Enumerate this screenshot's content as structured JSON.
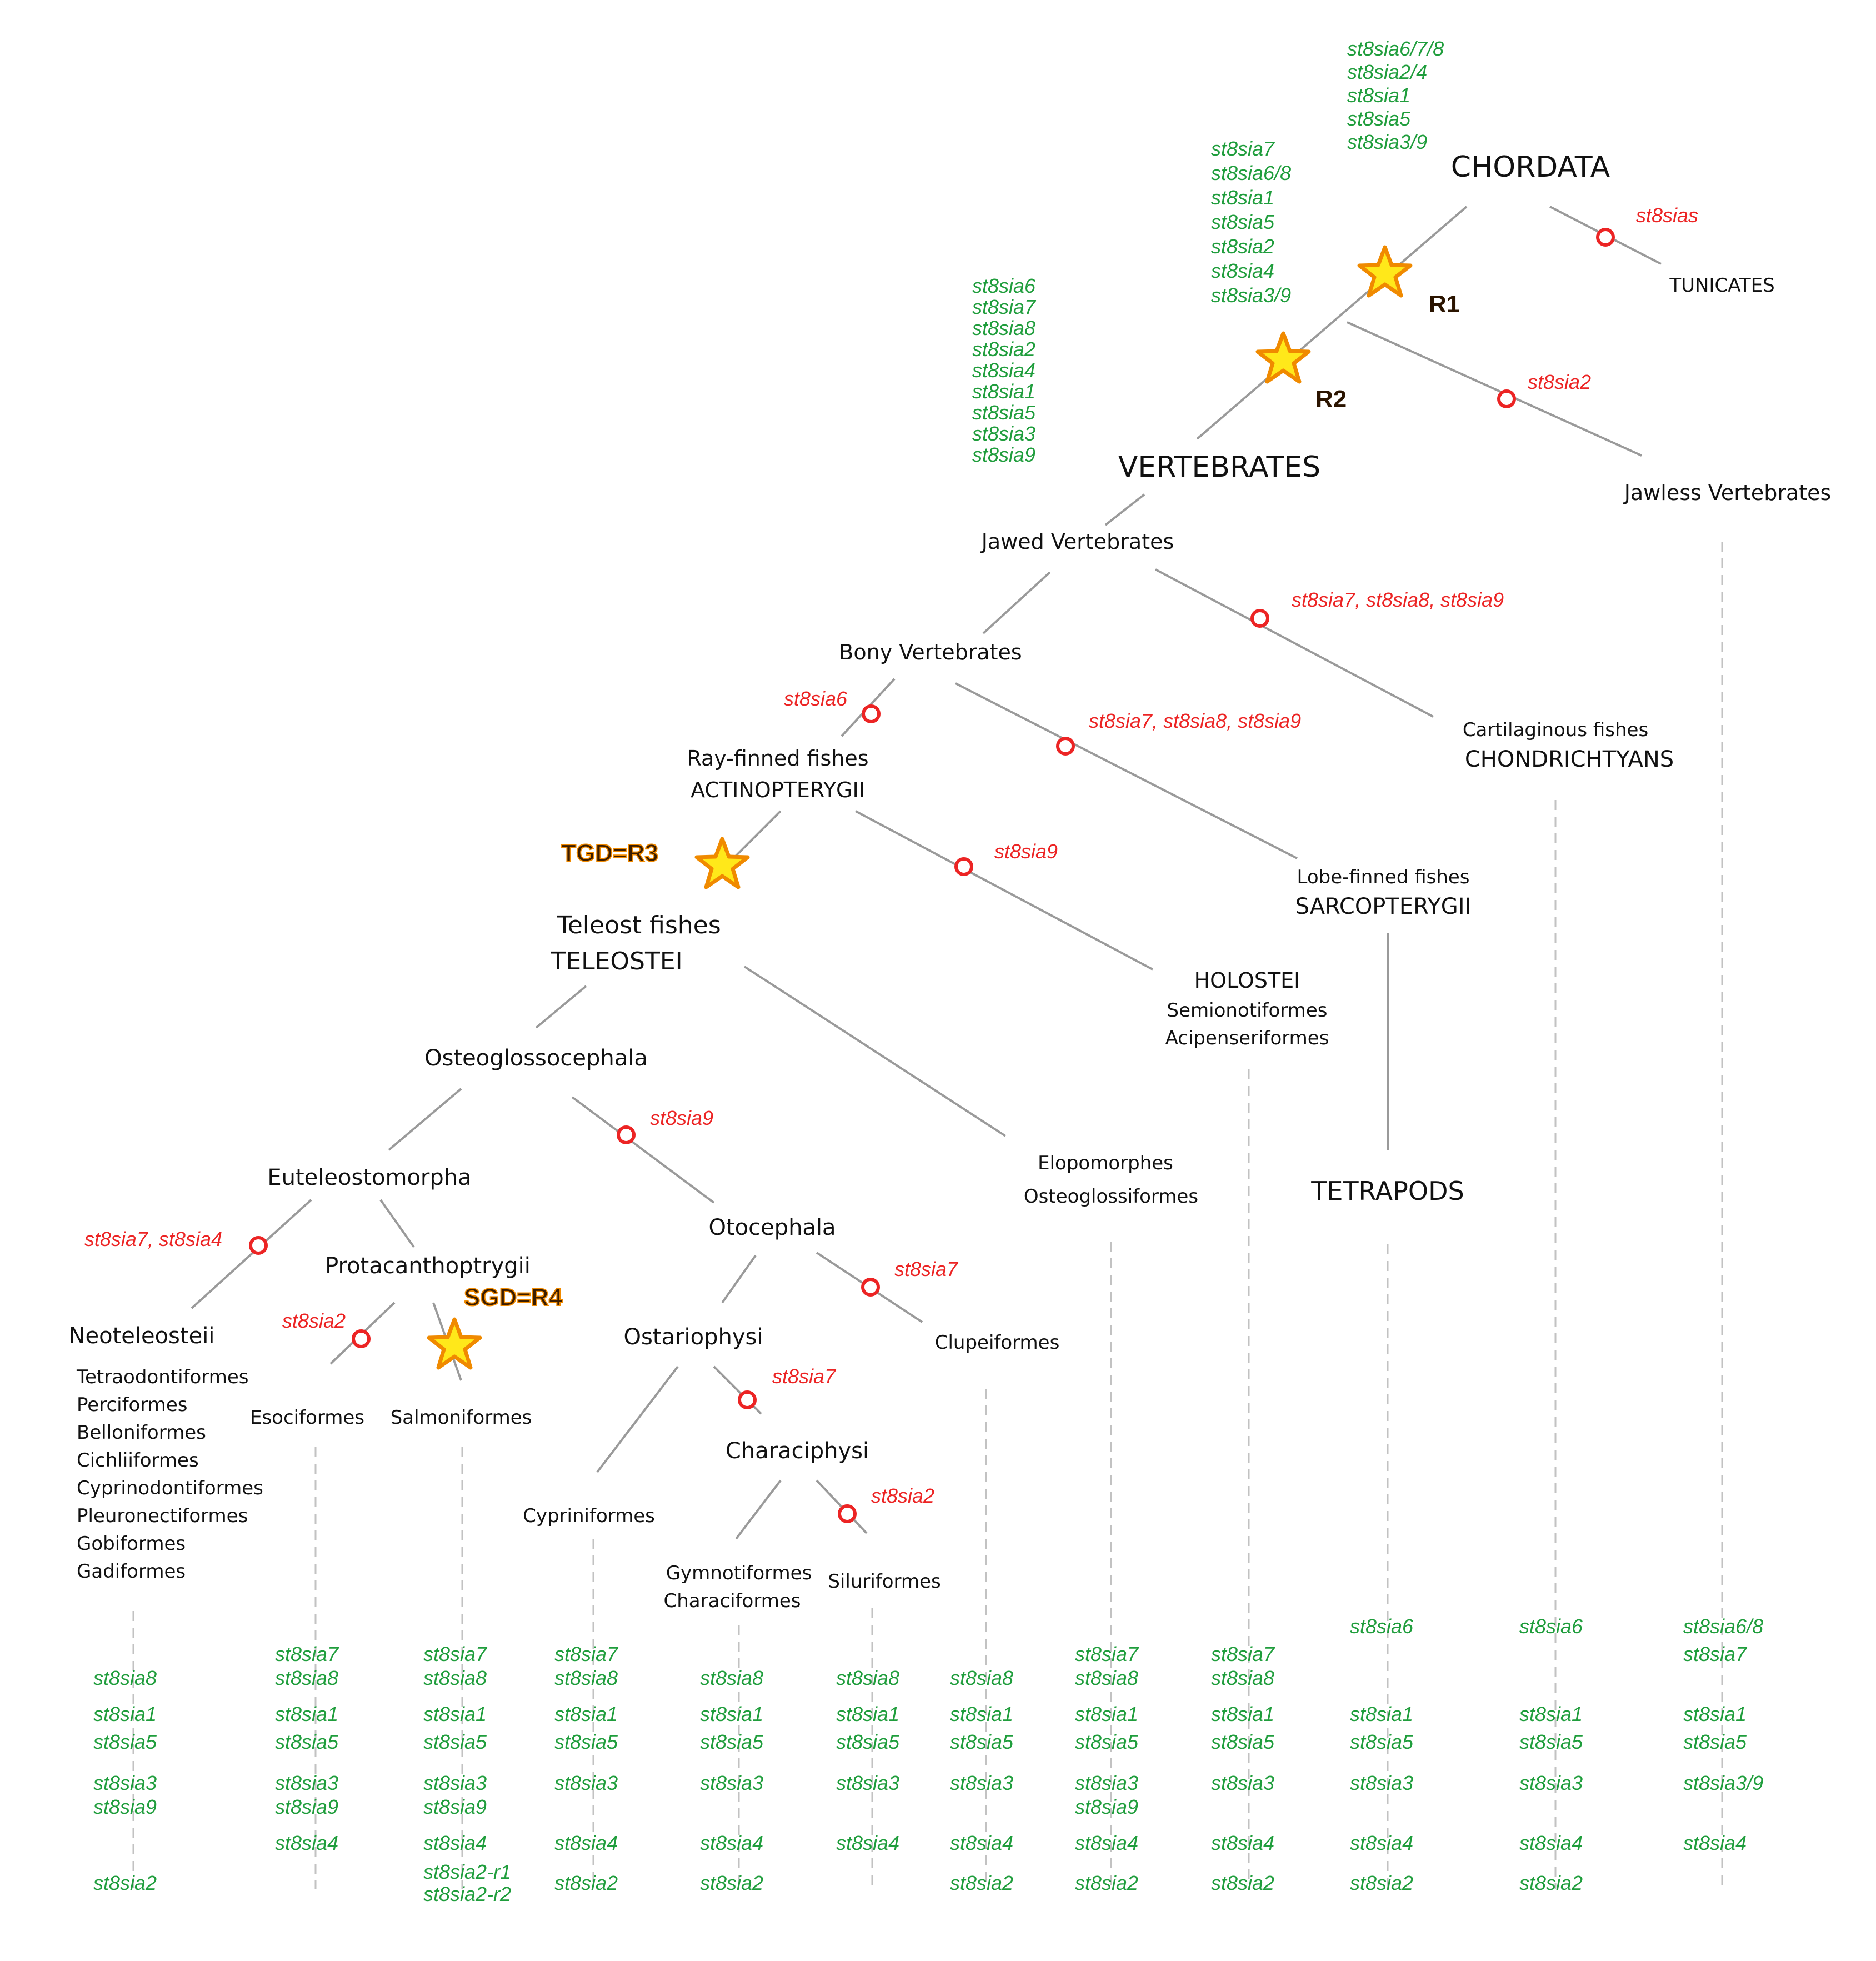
{
  "colors": {
    "gene_present": "#1f9d3c",
    "gene_lost": "#ec2424",
    "branch": "#9a9a9a",
    "star_fill": "#ffe81a",
    "star_stroke": "#f08a00",
    "taxon_text": "#111111"
  },
  "taxa": {
    "chordata": "CHORDATA",
    "tunicates": "TUNICATES",
    "vertebrates": "VERTEBRATES",
    "jawless": "Jawless Vertebrates",
    "jawed": "Jawed Vertebrates",
    "bony": "Bony Vertebrates",
    "cart1": "Cartilaginous fishes",
    "cart2": "CHONDRICHTYANS",
    "ray1": "Ray-finned fishes",
    "ray2": "ACTINOPTERYGII",
    "lobe1": "Lobe-finned fishes",
    "lobe2": "SARCOPTERYGII",
    "tel1": "Teleost fishes",
    "tel2": "TELEOSTEI",
    "holo1": "HOLOSTEI",
    "holo2": "Semionotiformes",
    "holo3": "Acipenseriformes",
    "osteoglosso": "Osteoglossocephala",
    "elop1": "Elopomorphes",
    "elop2": "Osteoglossiformes",
    "tetrapods": "TETRAPODS",
    "euteleo": "Euteleostomorpha",
    "otocephala": "Otocephala",
    "protacanth": "Protacanthoptrygii",
    "neoteleo": "Neoteleosteii",
    "neo_orders": [
      "Tetraodontiformes",
      "Perciformes",
      "Belloniformes",
      "Cichliiformes",
      "Cyprinodontiformes",
      "Pleuronectiformes",
      "Gobiformes",
      "Gadiformes"
    ],
    "esoci": "Esociformes",
    "salmoni": "Salmoniformes",
    "ostario": "Ostariophysi",
    "clupei": "Clupeiformes",
    "characi": "Characiphysi",
    "cyprini": "Cypriniformes",
    "gymno1": "Gymnotiformes",
    "gymno2": "Characiformes",
    "siluri": "Siluriformes"
  },
  "events": {
    "r1": "R1",
    "r2": "R2",
    "r3": "TGD=R3",
    "r4": "SGD=R4"
  },
  "ancestral_genes": {
    "chordata": [
      "st8sia6/7/8",
      "st8sia2/4",
      "st8sia1",
      "st8sia5",
      "st8sia3/9"
    ],
    "after_r1": [
      "st8sia7",
      "st8sia6/8",
      "st8sia1",
      "st8sia5",
      "st8sia2",
      "st8sia4",
      "st8sia3/9"
    ],
    "vertebrates": [
      "st8sia6",
      "st8sia7",
      "st8sia8",
      "st8sia2",
      "st8sia4",
      "st8sia1",
      "st8sia5",
      "st8sia3",
      "st8sia9"
    ]
  },
  "losses": {
    "tunicates": "st8sias",
    "jawless": "st8sia2",
    "cartilaginous": "st8sia7, st8sia8, st8sia9",
    "ray_finned": "st8sia6",
    "lobe_finned": "st8sia7, st8sia8, st8sia9",
    "holostei": "st8sia9",
    "otocephala": "st8sia9",
    "neoteleosteii": "st8sia7,  st8sia4",
    "esociformes": "st8sia2",
    "clupeiformes": "st8sia7",
    "characiphysi": "st8sia7",
    "siluriformes": "st8sia2"
  },
  "gene_columns": [
    {
      "genes": [
        "st8sia8",
        "st8sia1",
        "st8sia5",
        "st8sia3",
        "st8sia9",
        "st8sia2"
      ]
    },
    {
      "genes": [
        "st8sia7",
        "st8sia8",
        "st8sia1",
        "st8sia5",
        "st8sia3",
        "st8sia9",
        "st8sia4"
      ]
    },
    {
      "genes": [
        "st8sia7",
        "st8sia8",
        "st8sia1",
        "st8sia5",
        "st8sia3",
        "st8sia9",
        "st8sia4",
        "st8sia2-r1",
        "st8sia2-r2"
      ]
    },
    {
      "genes": [
        "st8sia7",
        "st8sia8",
        "st8sia1",
        "st8sia5",
        "st8sia3",
        "st8sia4",
        "st8sia2"
      ]
    },
    {
      "genes": [
        "st8sia8",
        "st8sia1",
        "st8sia5",
        "st8sia3",
        "st8sia4",
        "st8sia2"
      ]
    },
    {
      "genes": [
        "st8sia8",
        "st8sia1",
        "st8sia5",
        "st8sia3",
        "st8sia4"
      ]
    },
    {
      "genes": [
        "st8sia8",
        "st8sia1",
        "st8sia5",
        "st8sia3",
        "st8sia4",
        "st8sia2"
      ]
    },
    {
      "genes": [
        "st8sia7",
        "st8sia8",
        "st8sia1",
        "st8sia5",
        "st8sia3",
        "st8sia9",
        "st8sia4",
        "st8sia2"
      ]
    },
    {
      "genes": [
        "st8sia7",
        "st8sia8",
        "st8sia1",
        "st8sia5",
        "st8sia3",
        "st8sia4",
        "st8sia2"
      ]
    },
    {
      "genes": [
        "st8sia6",
        "st8sia1",
        "st8sia5",
        "st8sia3",
        "st8sia4",
        "st8sia2"
      ]
    },
    {
      "genes": [
        "st8sia6",
        "st8sia1",
        "st8sia5",
        "st8sia3",
        "st8sia4",
        "st8sia2"
      ]
    },
    {
      "genes": [
        "st8sia6/8",
        "st8sia7",
        "st8sia1",
        "st8sia5",
        "st8sia3/9",
        "st8sia4"
      ]
    }
  ]
}
